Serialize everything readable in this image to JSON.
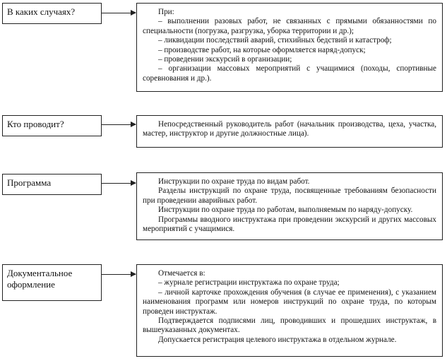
{
  "rows": [
    {
      "label": "В каких случаях?",
      "lines": [
        "При:",
        "– выполнении разовых работ, не связанных с прямыми обязанностями по специальности (погрузка, разгрузка, уборка территории и др.);",
        "– ликвидации последствий аварий, стихийных бедствий и катастроф;",
        "– производстве работ, на которые оформляется наряд-допуск;",
        "– проведении экскурсий в организации;",
        "– организации массовых мероприятий с учащимися (походы, спортивные соревнования и др.)."
      ]
    },
    {
      "label": "Кто проводит?",
      "lines": [
        "Непосредственный руководитель работ (начальник производства, цеха, участка, мастер, инструктор и другие должностные лица)."
      ]
    },
    {
      "label": "Программа",
      "lines": [
        "Инструкции по охране труда по видам работ.",
        "Разделы инструкций по охране труда, посвященные требованиям безопасности при проведении аварийных работ.",
        "Инструкции по охране труда по работам, выполняемым по наряду-допуску.",
        "Программы вводного инструктажа при проведении экскурсий и других массовых мероприятий с учащимися."
      ]
    },
    {
      "label": "Документальное оформление",
      "lines": [
        "Отмечается в:",
        "– журнале регистрации инструктажа по охране труда;",
        "– личной карточке прохождения обучения (в случае ее применения), с указанием наименования программ или номеров инструкций по охране труда, по которым проведен инструктаж.",
        "Подтверждается подписями лиц, проводивших и прошедших инструктаж, в вышеуказанных документах.",
        "Допускается регистрация целевого инструктажа в отдельном журнале."
      ]
    }
  ]
}
